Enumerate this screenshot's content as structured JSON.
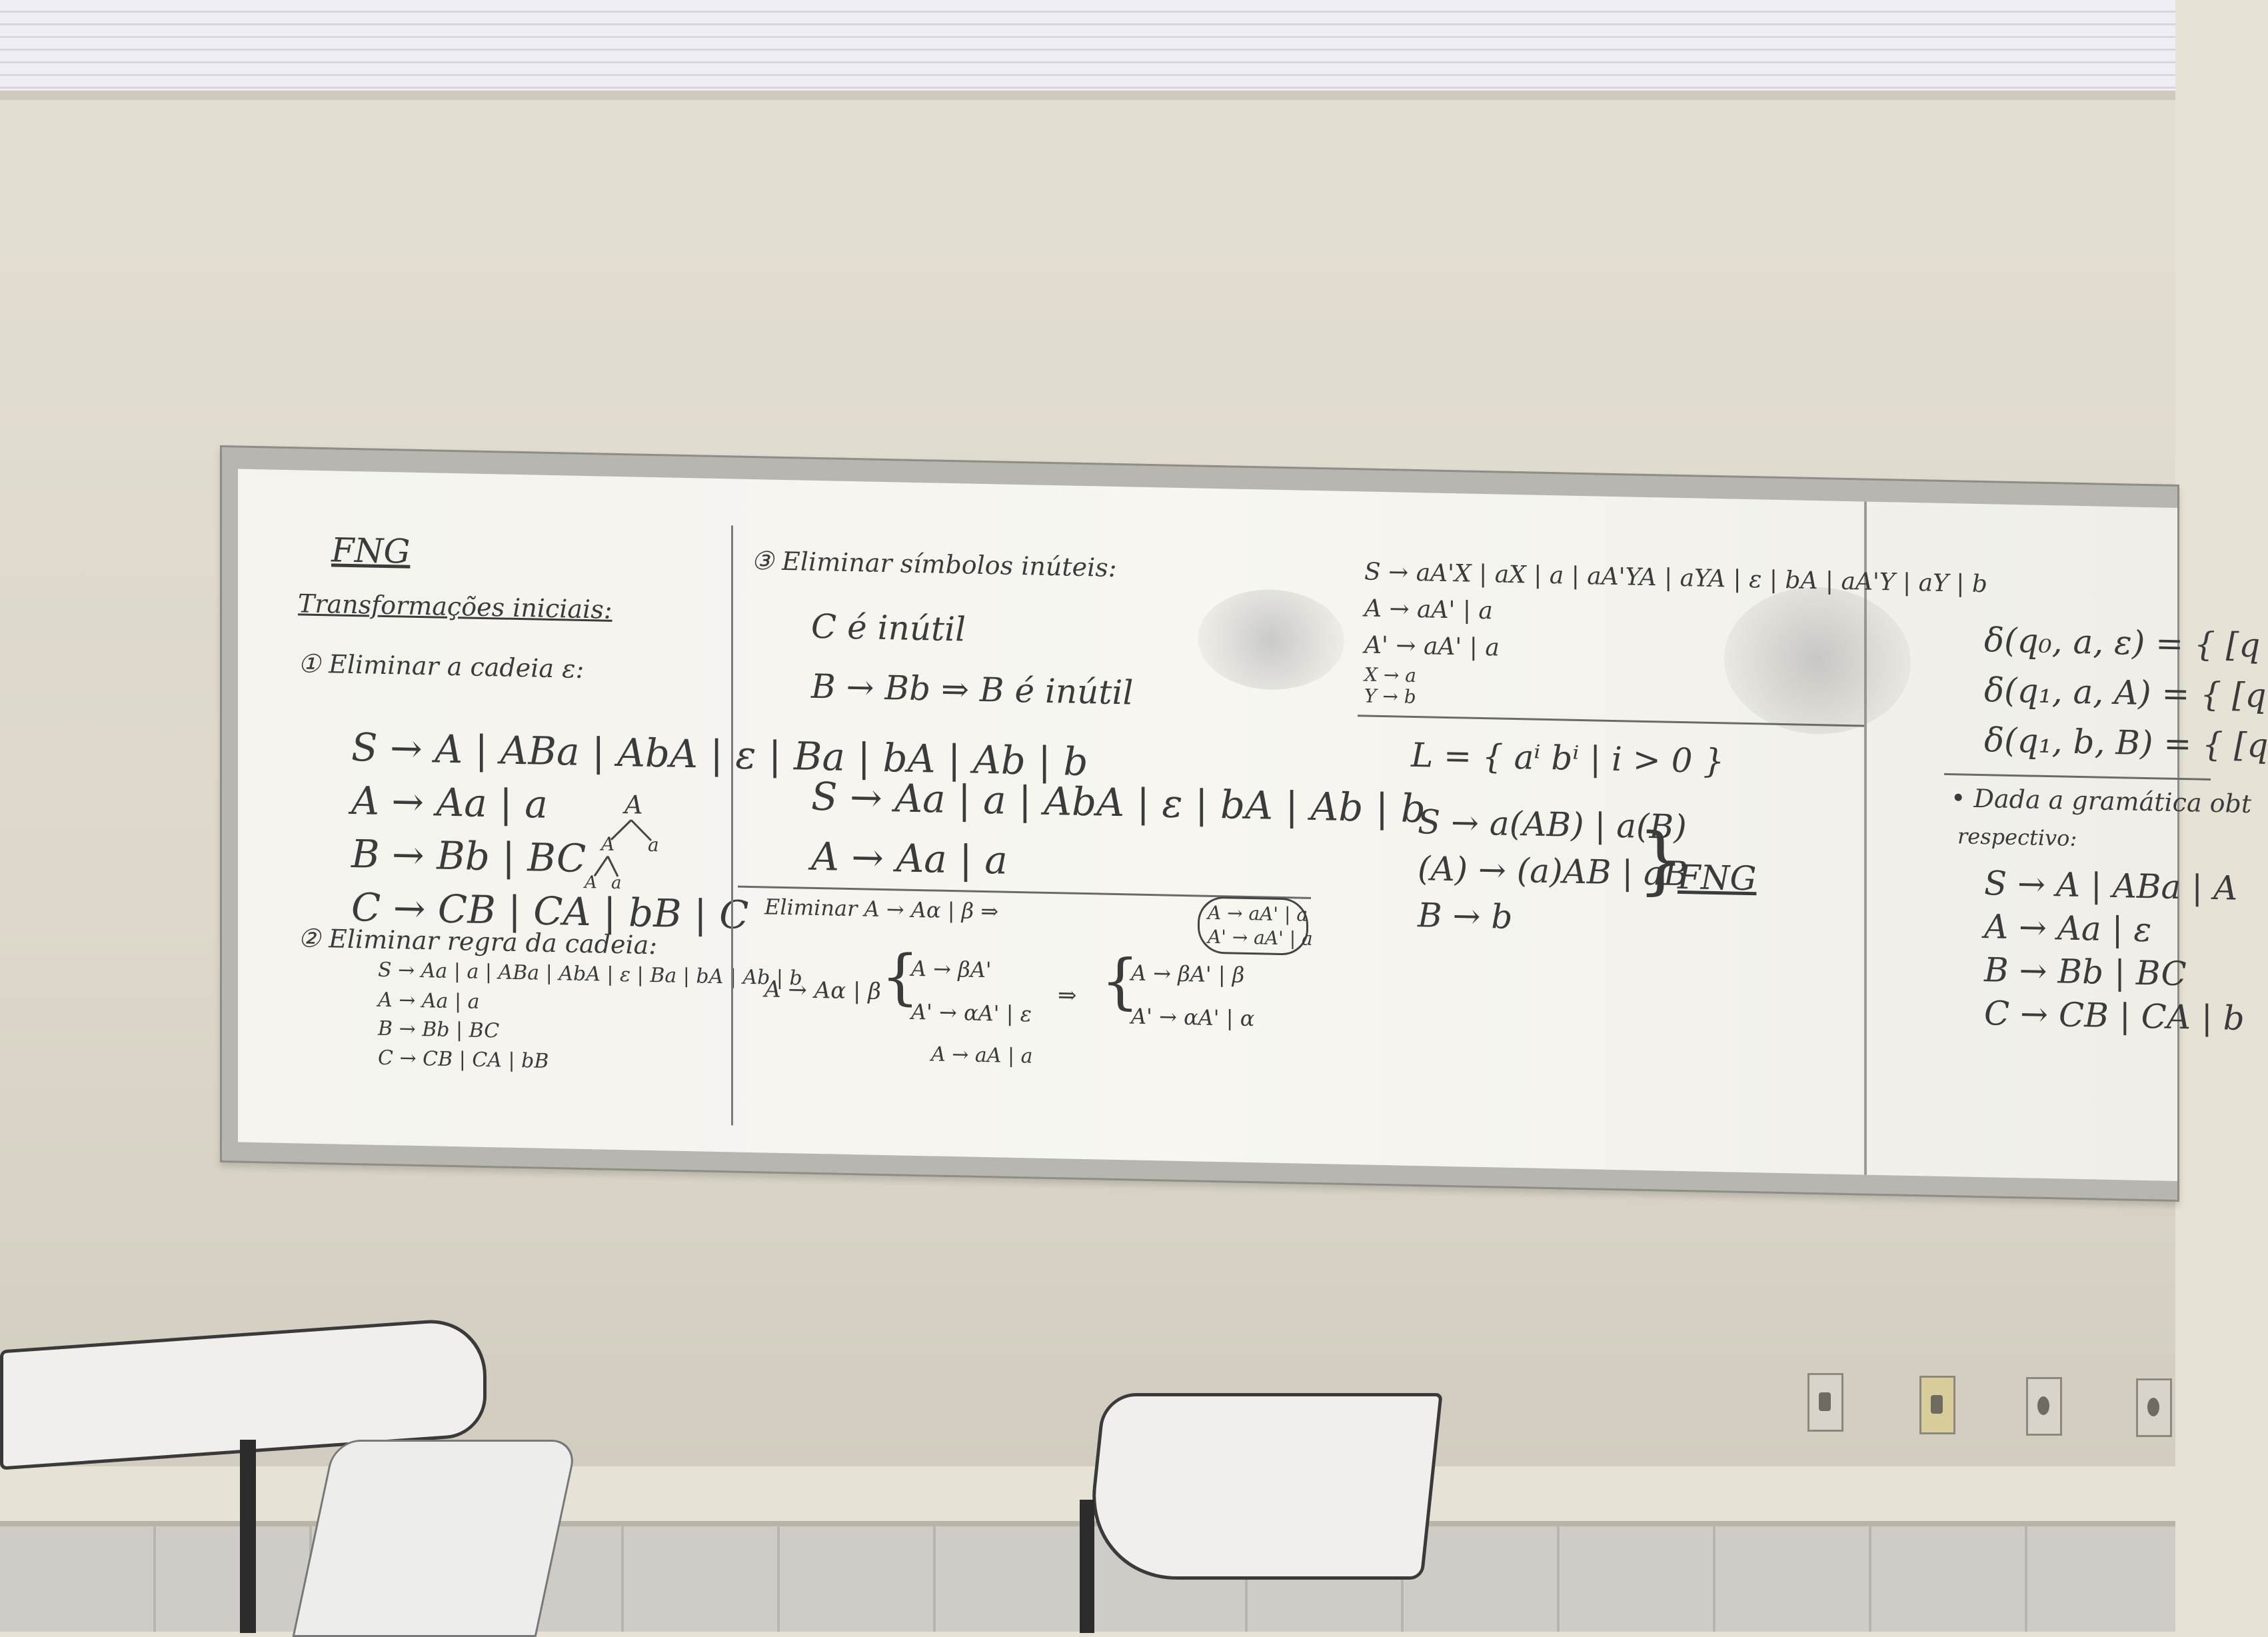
{
  "board": {
    "panel1": {
      "title": "FNG",
      "subtitle": "Transformações iniciais:",
      "step1": "① Eliminar a cadeia ε:",
      "rules": [
        "S → A | ABa | AbA | ε | Ba | bA | Ab | b",
        "A → Aa | a",
        "B → Bb | BC",
        "C → CB | CA | bB | C"
      ],
      "tree": [
        "A",
        "A",
        "a",
        "A",
        "a"
      ],
      "step2": "② Eliminar regra da cadeia:",
      "rules2": [
        "S → Aa | a | ABa | AbA | ε | Ba | bA | Ab | b",
        "A → Aa | a",
        "B → Bb | BC",
        "C → CB | CA | bB"
      ]
    },
    "panel2": {
      "step3": "③ Eliminar símbolos inúteis:",
      "line1": "C é inútil",
      "line2": "B → Bb ⇒ B é inútil",
      "rule1": "S → Aa | a | AbA | ε | bA | Ab | b",
      "rule2": "A → Aa | a",
      "elim": "Eliminar A → Aα | β ⇒",
      "boxed": [
        "A → aA' | a",
        "A' → aA' | a"
      ],
      "lhs": "A → Aα | β",
      "mid": [
        "A → βA'",
        "A' → αA' | ε"
      ],
      "right": [
        "A → βA' | β",
        "A' → αA' | α"
      ],
      "bottom": "A → aA | a"
    },
    "panel3": {
      "rules": [
        "S → aA'X | aX | a | aA'YA | aYA | ε | bA | aA'Y | aY | b",
        "A → aA' | a",
        "A' → aA' | a",
        "X → a",
        "Y → b"
      ],
      "language": "L = { aⁱ bⁱ | i > 0 }",
      "fng": [
        "S → a(AB) | a(B)",
        "(A) → (a)AB | aB",
        "B → b"
      ],
      "fng_label": "FNG"
    },
    "panel4": {
      "deltas": [
        "δ(q₀, a, ε) = { [q",
        "δ(q₁, a, A) = { [q",
        "δ(q₁, b, B) = { [q"
      ],
      "note1": "• Dada a gramática obt",
      "note2": "respectivo:",
      "rules": [
        "S → A | ABa | A",
        "A → Aa | ε",
        "B → Bb | BC",
        "C → CB | CA | b"
      ]
    }
  }
}
